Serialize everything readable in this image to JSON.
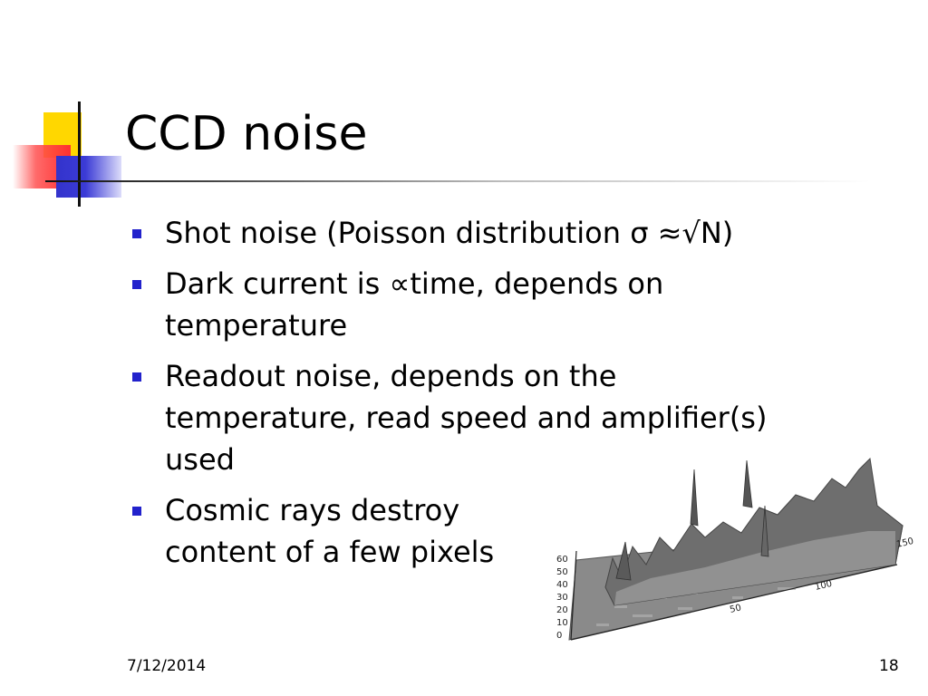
{
  "slide": {
    "title": "CCD noise",
    "bullets": [
      {
        "lines": [
          "Shot noise (Poisson distribution σ ≈√N)"
        ]
      },
      {
        "lines": [
          "Dark current is ∝time, depends on",
          "temperature"
        ]
      },
      {
        "lines": [
          "Readout noise, depends on the",
          "temperature, read speed and amplifier(s)",
          "used"
        ]
      },
      {
        "lines": [
          "Cosmic rays destroy",
          "content of a few pixels"
        ]
      }
    ],
    "accent_colors": {
      "bullet": "#2222cc",
      "yellow": "#ffd700",
      "red": "#ff3030",
      "blue": "#3333cc"
    }
  },
  "figure": {
    "icon": "3d-surface-plot",
    "y_ticks": [
      "0",
      "10",
      "20",
      "30",
      "40",
      "50",
      "60"
    ],
    "x_ticks": [
      "50",
      "100",
      "150"
    ]
  },
  "footer": {
    "date": "7/12/2014",
    "page": "18"
  }
}
